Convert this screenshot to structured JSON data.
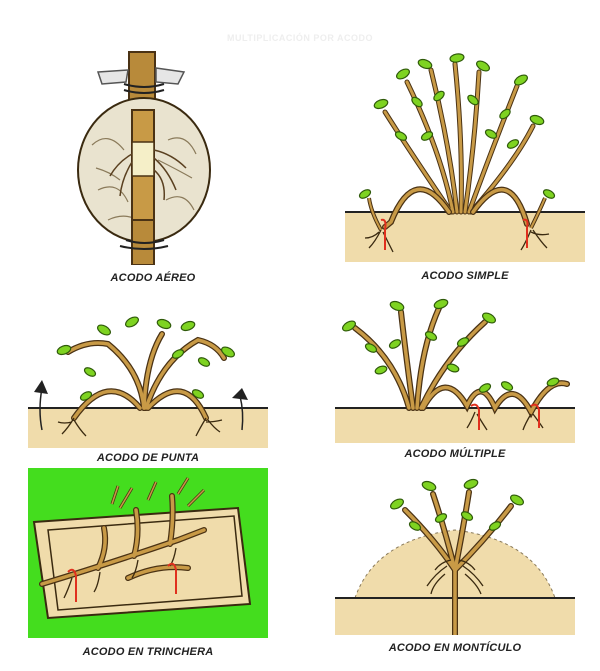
{
  "title": "MULTIPLICACIÓN POR ACODO",
  "panels": [
    {
      "id": "aereo",
      "caption": "ACODO AÉREO"
    },
    {
      "id": "simple",
      "caption": "ACODO SIMPLE"
    },
    {
      "id": "punta",
      "caption": "ACODO DE PUNTA"
    },
    {
      "id": "multiple",
      "caption": "ACODO MÚLTIPLE"
    },
    {
      "id": "trinchera",
      "caption": "ACODO EN TRINCHERA"
    },
    {
      "id": "monticulo",
      "caption": "ACODO EN MONTÍCULO"
    }
  ],
  "colors": {
    "soil": "#f0dcab",
    "stem": "#b88a3a",
    "stem_outline": "#4a3214",
    "leaf": "#7ed321",
    "leaf_outline": "#2f5a0a",
    "grass": "#44dd1e",
    "pin": "#e0301e",
    "wrap": "#e9e3cf"
  }
}
